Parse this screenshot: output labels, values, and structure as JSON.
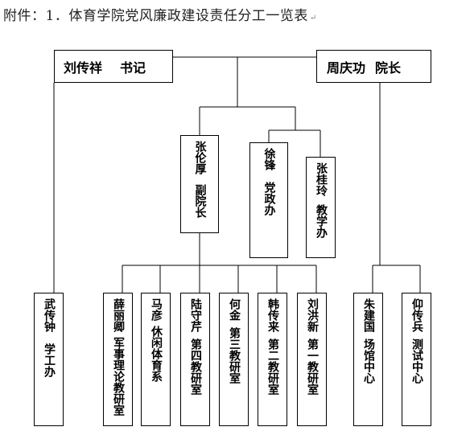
{
  "title": "附件：1．体育学院党风廉政建设责任分工一览表",
  "para_mark": "↵",
  "top_leaders": [
    {
      "name": "刘传祥",
      "role": "书记"
    },
    {
      "name": "周庆功",
      "role": "院长"
    }
  ],
  "vice": {
    "name": "张伦厚",
    "role": "副院长"
  },
  "mid_offices": [
    {
      "name": "徐锋",
      "role": "党政办"
    },
    {
      "name": "张桂玲",
      "role": "教学办"
    }
  ],
  "bottom_units": [
    {
      "name": "武传钟",
      "role": "学工办"
    },
    {
      "name": "薛丽卿",
      "role": "军事理论教研室"
    },
    {
      "name": "马彦",
      "role": "休闲体育系"
    },
    {
      "name": "陆守芹",
      "role": "第四教研室"
    },
    {
      "name": "何金",
      "role": "第三教研室"
    },
    {
      "name": "韩传来",
      "role": "第二教研室"
    },
    {
      "name": "刘洪新",
      "role": "第一教研室"
    },
    {
      "name": "朱建国",
      "role": "场馆中心"
    },
    {
      "name": "仰传兵",
      "role": "测试中心"
    }
  ]
}
